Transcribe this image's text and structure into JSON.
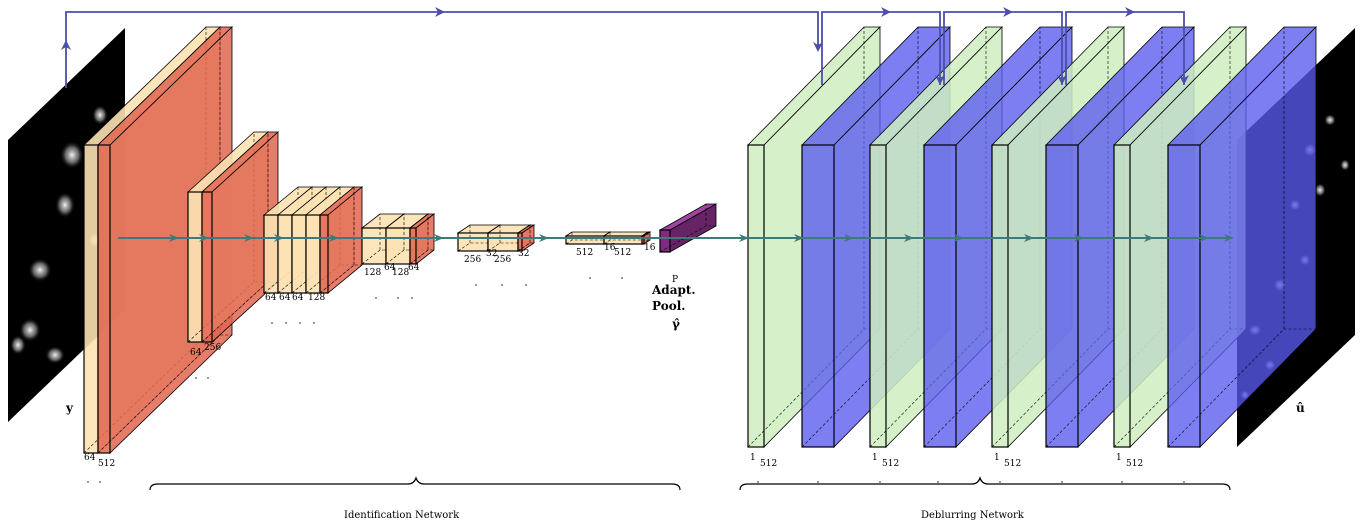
{
  "input_label": "y",
  "output_label": "û",
  "identification_caption": "Identification Network",
  "deblurring_caption": "Deblurring Network",
  "pool_label_1": "Adapt.",
  "pool_label_2": "Pool.",
  "gamma_label": "γ̂",
  "pool_p": "P",
  "colors": {
    "arrow": "#3d7a7a",
    "skip": "#4b4fa8",
    "conv_face": "#fde2b4",
    "relu_face": "#e06650",
    "pool": "#7a1f7a",
    "green": "#cfeec0",
    "blue": "#5a5af0"
  },
  "id_blocks": [
    {
      "labels": [
        "64",
        "512"
      ]
    },
    {
      "labels": [
        "64",
        "256"
      ]
    },
    {
      "labels": [
        "64",
        "64",
        "64",
        "128"
      ]
    },
    {
      "labels": [
        "128",
        "64",
        "128",
        "64"
      ]
    },
    {
      "labels": [
        "256",
        "32",
        "256",
        "32"
      ]
    },
    {
      "labels": [
        "512",
        "16",
        "512",
        "16"
      ]
    }
  ],
  "deblur_labels": [
    {
      "a": "1",
      "b": "512"
    },
    {
      "a": "1",
      "b": "512"
    },
    {
      "a": "1",
      "b": "512"
    },
    {
      "a": "1",
      "b": "512"
    }
  ]
}
